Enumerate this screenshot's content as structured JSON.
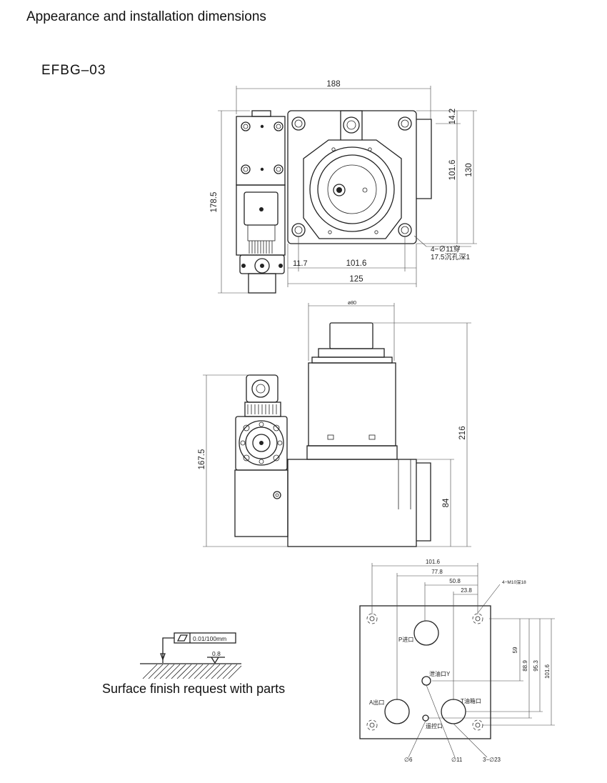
{
  "page": {
    "heading": "Appearance and installation dimensions",
    "model": "EFBG–03",
    "caption": "Surface finish request with parts"
  },
  "top_view": {
    "dims": {
      "width_overall": "188",
      "height_overall": "178.5",
      "top_offset": "14.2",
      "bolt_spacing_v": "101.6",
      "body_height": "130",
      "left_offset": "11.7",
      "bolt_spacing_h": "101.6",
      "body_width": "125"
    },
    "hole_note_1": "4−∅11穿",
    "hole_note_2": "17.5沉孔深1"
  },
  "side_view": {
    "dims": {
      "top_dia": "ø80",
      "height_total": "216",
      "height_left": "167.5",
      "body_height": "84"
    }
  },
  "port_view": {
    "dims": {
      "d1": "101.6",
      "d2": "77.8",
      "d3": "50.8",
      "d4": "23.8",
      "v1": "59",
      "v2": "88.9",
      "v3": "95.3",
      "v4": "101.6"
    },
    "thread_note": "4−M10深18",
    "port_p": "P进口",
    "port_y": "泄油口Y",
    "port_a": "A出口",
    "port_t": "T油箱口",
    "port_x": "遥控口",
    "dia_x": "∅6",
    "dia_y": "∅11",
    "dia_main": "3−∅23"
  },
  "surface_symbol": {
    "flatness": "0.01/100mm",
    "roughness": "0.8"
  }
}
